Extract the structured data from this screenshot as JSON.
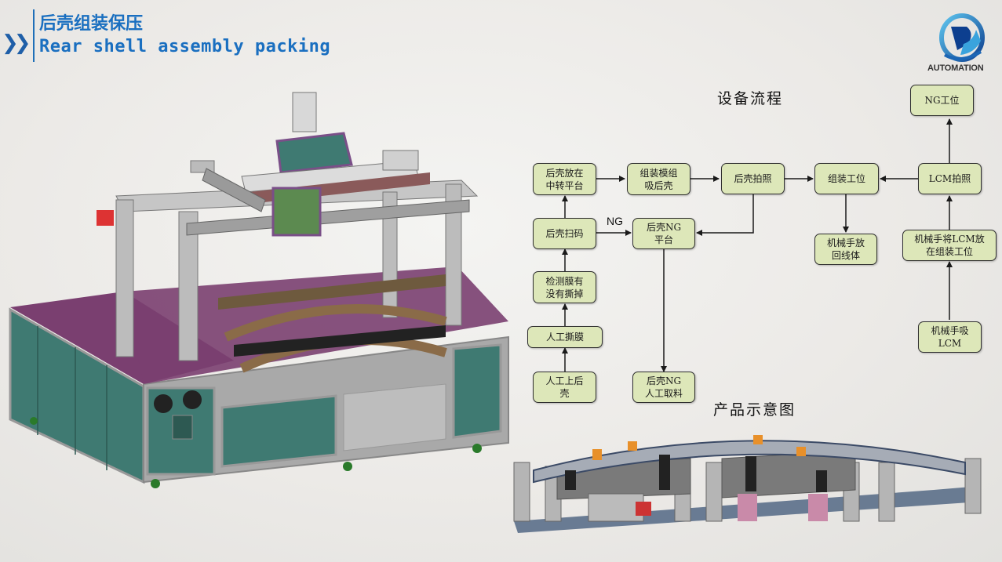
{
  "header": {
    "title_cn": "后壳组装保压",
    "title_en": "Rear shell assembly packing",
    "chevron_icon": "double-chevron-right-icon"
  },
  "logo": {
    "text": "AUTOMATION",
    "icon": "dj-automation-logo-icon"
  },
  "flowchart": {
    "title": "设备流程",
    "ng_label": "NG",
    "nodes": {
      "rear_shell_to_transfer": "后壳放在\n中转平台",
      "module_suck_shell": "组装模组\n吸后壳",
      "rear_shell_photo": "后壳拍照",
      "assembly_station": "组装工位",
      "lcm_photo": "LCM拍照",
      "ng_station": "NG工位",
      "rear_shell_scan": "后壳扫码",
      "rear_shell_ng_platform": "后壳NG\n平台",
      "robot_return_line": "机械手放\n回线体",
      "robot_place_lcm": "机械手将LCM放\n在组装工位",
      "check_film": "检测膜有\n没有撕掉",
      "manual_peel": "人工撕膜",
      "manual_load_shell": "人工上后\n壳",
      "manual_ng_pick": "后壳NG\n人工取料",
      "robot_suck_lcm": "机械手吸\nLCM"
    },
    "colors": {
      "node_fill": "#dde7b9",
      "node_border": "#2f2f2f",
      "arrow": "#1a1a1a"
    }
  },
  "product": {
    "title": "产品示意图"
  },
  "images": {
    "machine": "rear-shell-assembly-machine-render",
    "product": "product-fixture-render"
  },
  "colors": {
    "title_blue": "#1a6fc0",
    "cabinet_teal": "#3f7a72",
    "tabletop_purple": "#7a3f70",
    "frame_gray": "#b8b8b8"
  }
}
